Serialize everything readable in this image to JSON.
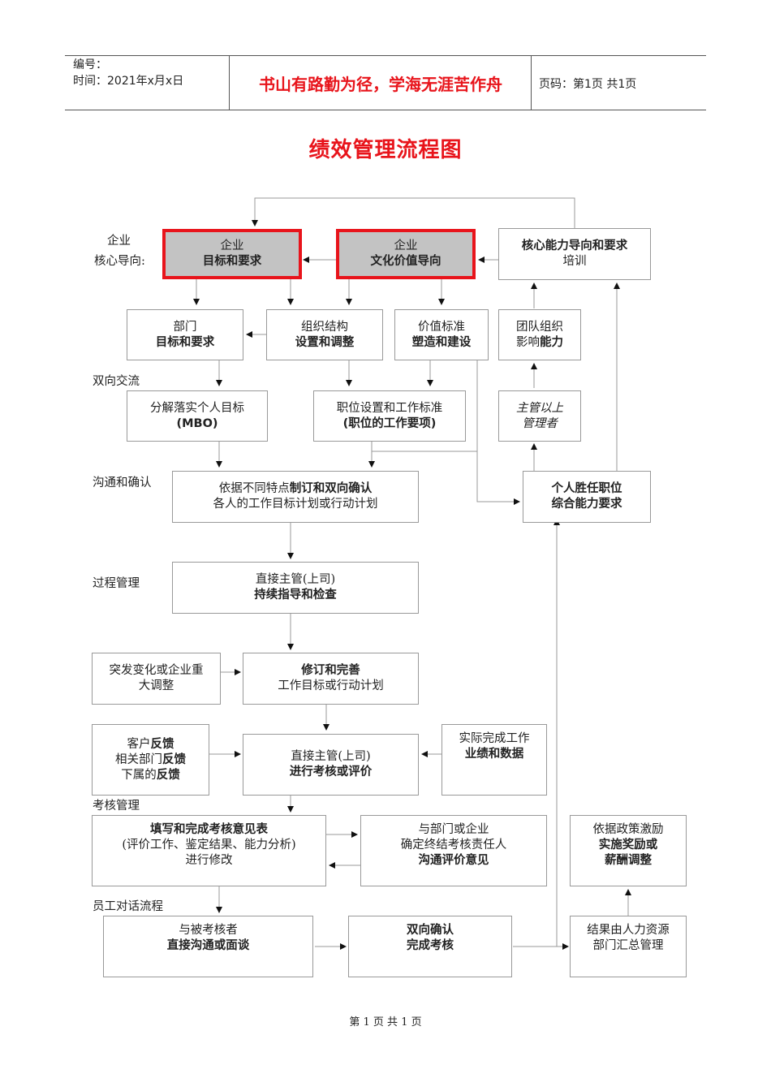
{
  "header": {
    "code_label": "编号：",
    "time_label": "时间：2021年x月x日",
    "motto": "书山有路勤为径，学海无涯苦作舟",
    "page_label": "页码：第1页  共1页"
  },
  "title": "绩效管理流程图",
  "labels": {
    "core_orientation_1": "企业",
    "core_orientation_2": "核心导向:",
    "two_way": "双向交流",
    "communicate": "沟通和确认",
    "process": "过程管理",
    "review": "考核管理",
    "dialogue": "员工对话流程"
  },
  "boxes": {
    "goal": {
      "l1": "企业",
      "l2": "目标和要求"
    },
    "culture": {
      "l1": "企业",
      "l2": "文化价值导向"
    },
    "core": {
      "l1": "核心能力导向和要求",
      "l2": "培训"
    },
    "dept": {
      "l1": "部门",
      "l2": "目标和要求"
    },
    "org": {
      "l1": "组织结构",
      "l2": "设置和调整"
    },
    "value": {
      "l1": "价值标准",
      "l2": "塑造和建设"
    },
    "team": {
      "l1": "团队组织",
      "l2a": "影响",
      "l2b": "能力"
    },
    "mbo": {
      "l1": "分解落实个人目标",
      "l2": "(MBO)"
    },
    "position": {
      "l1": "职位设置和工作标准",
      "l2": "(职位的工作要项)"
    },
    "manager": {
      "l1": "主管以上",
      "l2": "管理者"
    },
    "confirm": {
      "l1a": "依据不同特点",
      "l1b": "制订和双向确认",
      "l2": "各人的工作目标计划或行动计划"
    },
    "competence": {
      "l1": "个人胜任职位",
      "l2": "综合能力要求"
    },
    "guide": {
      "l1": "直接主管(上司)",
      "l2": "持续指导和检查"
    },
    "sudden": {
      "l1": "突发变化或企业重",
      "l2": "大调整"
    },
    "revise": {
      "l1": "修订和完善",
      "l2": "工作目标或行动计划"
    },
    "feedback": {
      "l1a": "客户",
      "l1b": "反馈",
      "l2a": "相关部门",
      "l2b": "反馈",
      "l3a": "下属的",
      "l3b": "反馈"
    },
    "evaluate": {
      "l1": "直接主管(上司)",
      "l2": "进行考核或评价"
    },
    "actual": {
      "l1": "实际完成工作",
      "l2": "业绩和数据"
    },
    "fill": {
      "l1": "填写和完成考核意见表",
      "l2": "(评价工作、鉴定结果、能力分析)",
      "l3": "进行修改"
    },
    "dept_comm": {
      "l1": "与部门或企业",
      "l2": "确定终结考核责任人",
      "l3": "沟通评价意见"
    },
    "incentive": {
      "l1": "依据政策激励",
      "l2": "实施奖励或",
      "l3": "薪酬调整"
    },
    "talk": {
      "l1": "与被考核者",
      "l2": "直接沟通或面谈"
    },
    "done": {
      "l1": "双向确认",
      "l2": "完成考核"
    },
    "hr": {
      "l1": "结果由人力资源",
      "l2": "部门汇总管理"
    }
  },
  "footer": "第 1 页 共 1 页",
  "colors": {
    "accent": "#e8141b",
    "highlight_fill": "#c3c3c3",
    "border": "#999999"
  }
}
